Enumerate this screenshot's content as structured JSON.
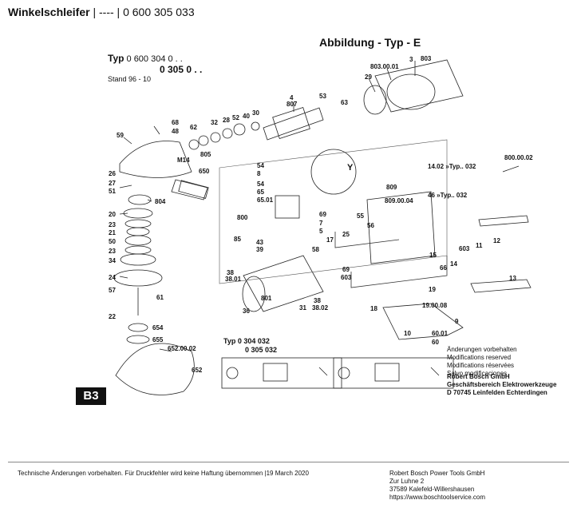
{
  "header": {
    "title": "Winkelschleifer",
    "separator_1": " | ---- | ",
    "part_number": "0 600 305 033"
  },
  "figure": {
    "title": "Abbildung - Typ - E",
    "typ_label": "Typ",
    "typ_line1": "0 600 304 0 . .",
    "typ_line2": "0 305 0 . .",
    "stand": "Stand  96 - 10",
    "sheet_badge": "B3",
    "wiring_typ_line1": "Typ  0 304 032",
    "wiring_typ_line2": "0 305 032",
    "changes": [
      "Änderungen vorbehalten",
      "Modifications reserved",
      "Modifications réservées",
      "Salvo modificaciones"
    ],
    "bosch": [
      "Robert Bosch GmbH",
      "Geschäftsbereich Elektrowerkzeuge",
      "D 70745 Leinfelden Echterdingen"
    ],
    "part_labels": [
      "3",
      "803",
      "803.00.01",
      "29",
      "53",
      "63",
      "4",
      "807",
      "30",
      "40",
      "52",
      "28",
      "32",
      "62",
      "805",
      "68",
      "48",
      "59",
      "M14",
      "650",
      "26",
      "27",
      "51",
      "804",
      "20",
      "23",
      "21",
      "50",
      "23",
      "34",
      "24",
      "57",
      "61",
      "22",
      "654",
      "655",
      "652.00.02",
      "652",
      "54",
      "8",
      "54",
      "65",
      "65.01",
      "69",
      "7",
      "800",
      "5",
      "85",
      "43",
      "39",
      "58",
      "38",
      "38.01",
      "36",
      "801",
      "31",
      "38",
      "38.02",
      "17",
      "25",
      "69",
      "603",
      "55",
      "56",
      "15",
      "809",
      "809.00.04",
      "46 »Typ.. 032",
      "14.02 »Typ.. 032",
      "800.00.02",
      "12",
      "11",
      "603",
      "14",
      "66",
      "19",
      "19.00.08",
      "13",
      "18",
      "9",
      "60.01",
      "60",
      "10",
      "Y"
    ]
  },
  "footer": {
    "notice": "Technische Änderungen vorbehalten. Für Druckfehler wird keine Haftung übernommen |19 March 2020",
    "company": "Robert Bosch Power Tools GmbH",
    "street": "Zur Luhne 2",
    "city": "37589 Kalefeld-Willershausen",
    "url": "https://www.boschtoolservice.com"
  }
}
